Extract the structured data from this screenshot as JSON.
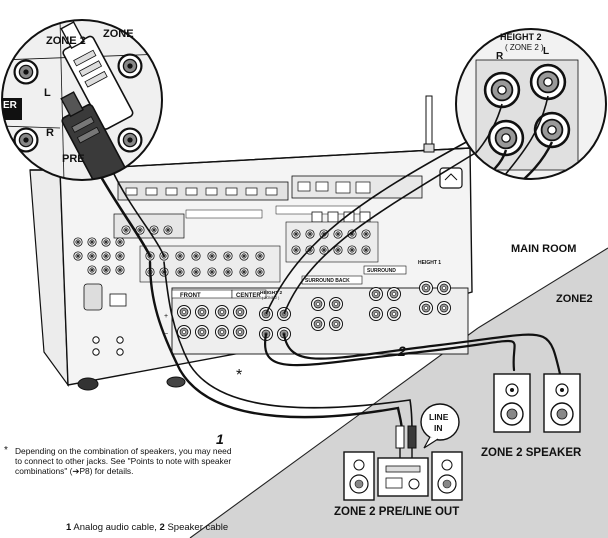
{
  "rooms": {
    "main_room": "MAIN ROOM",
    "zone2": "ZONE2"
  },
  "zoom_left": {
    "zone2": "ZONE 2",
    "zone_cut": "ZONE",
    "er": "ER",
    "l": "L",
    "r": "R",
    "pre": "PRE"
  },
  "zoom_right": {
    "title_line1": "HEIGHT 2",
    "title_line2": "( ZONE 2 )",
    "r": "R",
    "l": "L"
  },
  "panel_labels": {
    "front": "FRONT",
    "center": "CENTER",
    "height2": "HEIGHT 2",
    "height2_sub": "( ZONE 2 )",
    "surround_back": "SURROUND BACK",
    "surround": "SURROUND",
    "height1": "HEIGHT 1",
    "r": "R",
    "l": "L",
    "plus": "+",
    "minus": "−"
  },
  "callouts": {
    "cable1": "1",
    "cable2": "2",
    "asterisk": "*",
    "line_in_1": "LINE",
    "line_in_2": "IN"
  },
  "devices": {
    "zone2_speaker": "ZONE 2 SPEAKER",
    "zone2_preout": "ZONE 2 PRE/LINE OUT"
  },
  "note": {
    "star": "*",
    "text": "Depending on the combination of speakers, you may need to connect to other jacks. See \"Points to note with speaker combinations\" (➔P8) for details."
  },
  "caption": {
    "n1": "1",
    "t1": "Analog audio cable,",
    "n2": "2",
    "t2": "Speaker cable"
  }
}
